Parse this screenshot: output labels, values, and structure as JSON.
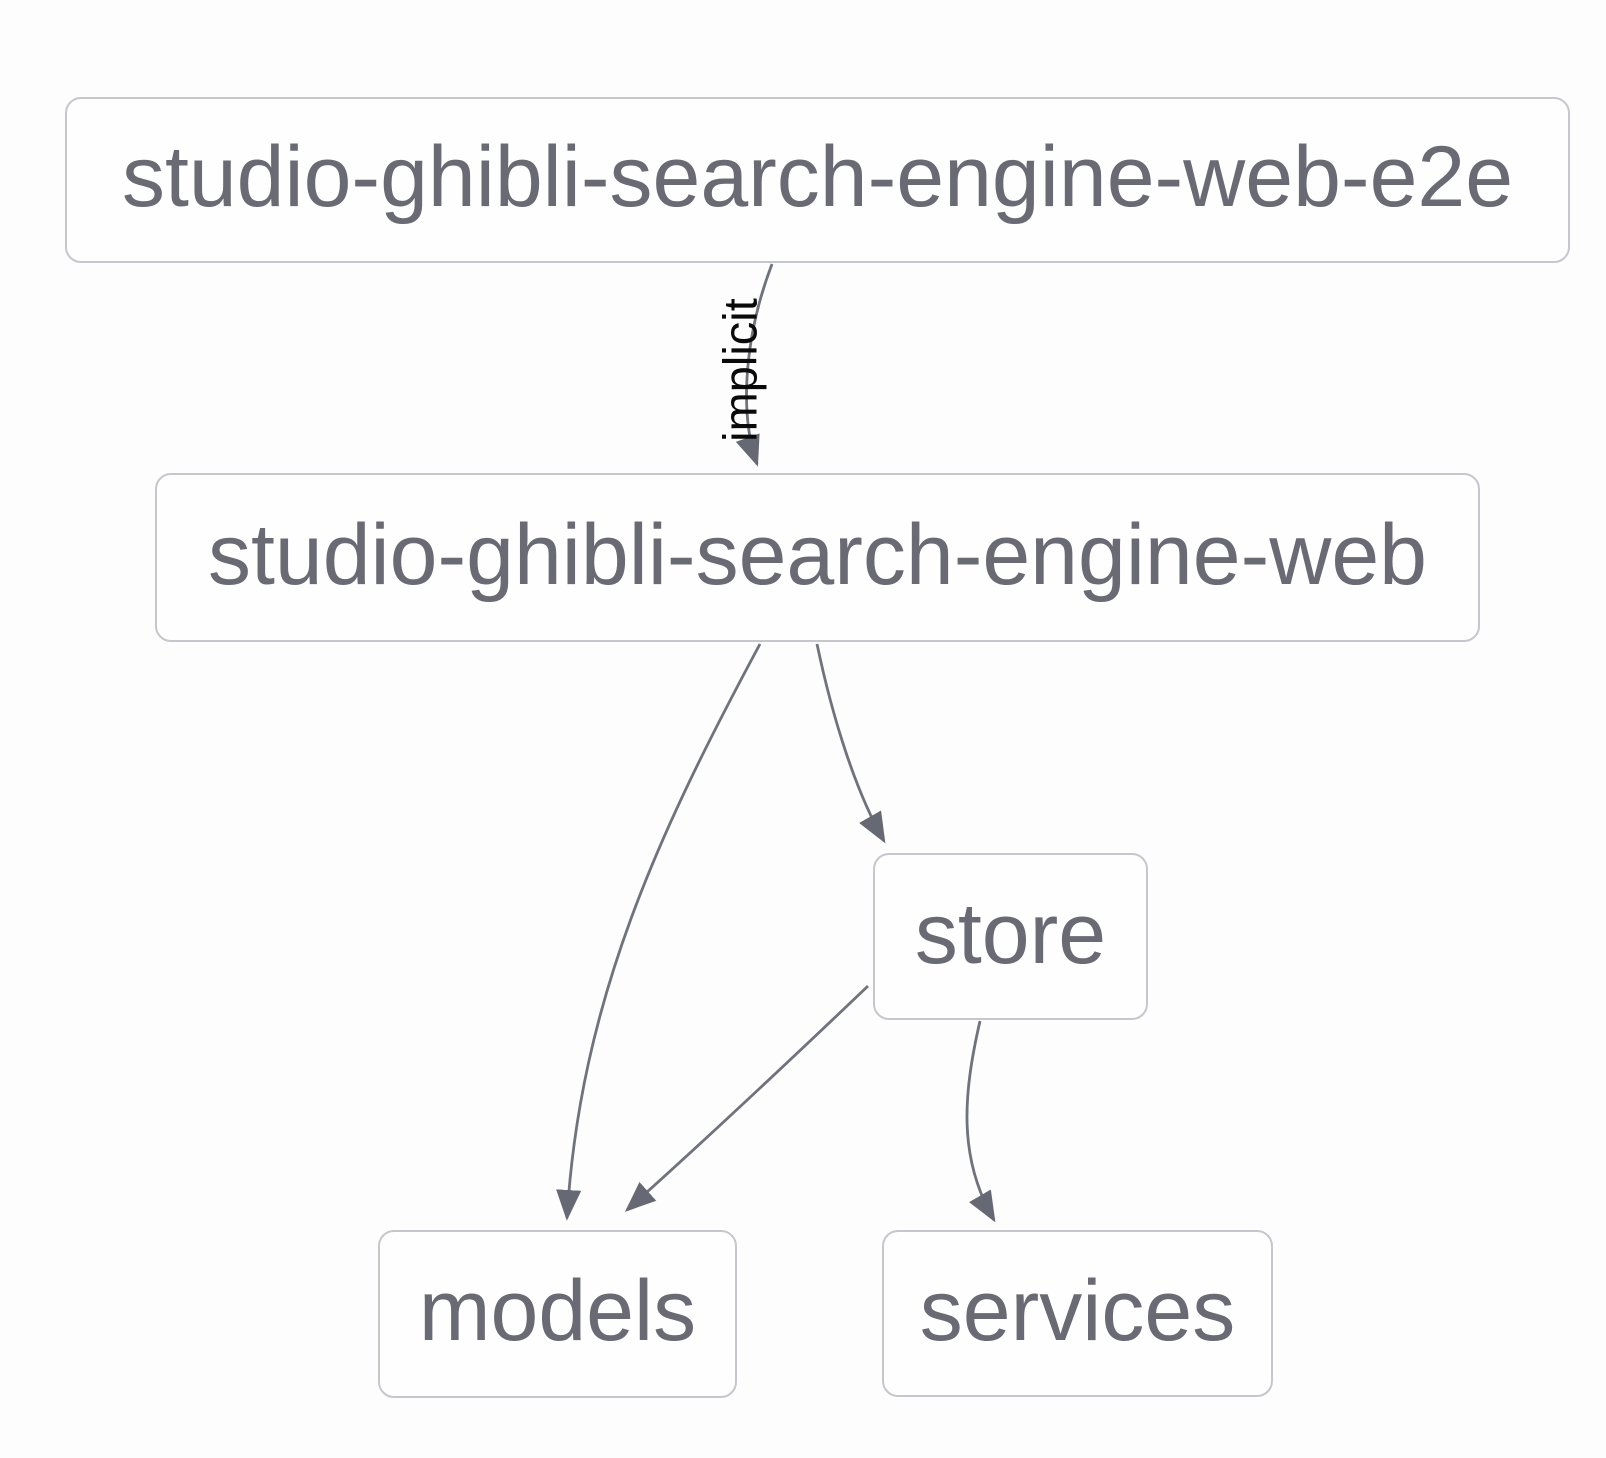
{
  "diagram": {
    "kind": "dependency-graph",
    "nodes": [
      {
        "id": "studio-ghibli-search-engine-web-e2e",
        "label": "studio-ghibli-search-engine-web-e2e"
      },
      {
        "id": "studio-ghibli-search-engine-web",
        "label": "studio-ghibli-search-engine-web"
      },
      {
        "id": "store",
        "label": "store"
      },
      {
        "id": "models",
        "label": "models"
      },
      {
        "id": "services",
        "label": "services"
      }
    ],
    "edges": [
      {
        "from": "studio-ghibli-search-engine-web-e2e",
        "to": "studio-ghibli-search-engine-web",
        "label": "implicit"
      },
      {
        "from": "studio-ghibli-search-engine-web",
        "to": "models",
        "label": ""
      },
      {
        "from": "studio-ghibli-search-engine-web",
        "to": "store",
        "label": ""
      },
      {
        "from": "store",
        "to": "models",
        "label": ""
      },
      {
        "from": "store",
        "to": "services",
        "label": ""
      }
    ],
    "colors": {
      "background": "#fdfdfe",
      "node_fill": "#fefefe",
      "node_border": "#c6c7cc",
      "node_text": "#696a74",
      "edge": "#70727c",
      "arrowhead": "#666873",
      "edge_label_text": "#0a0a0a"
    }
  }
}
